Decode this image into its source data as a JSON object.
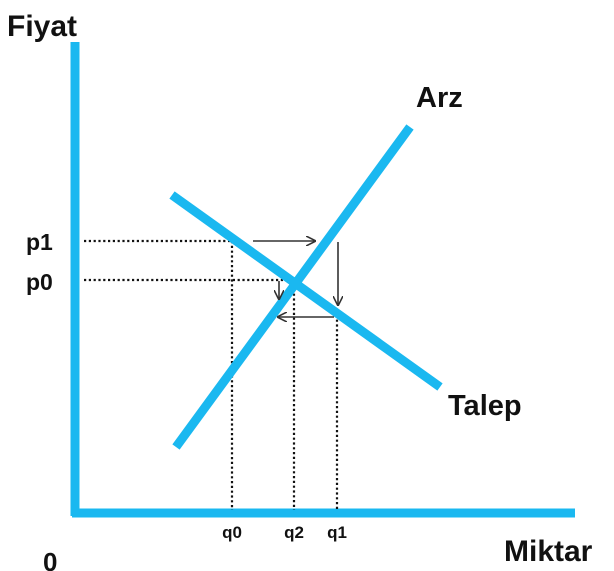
{
  "labels": {
    "y_axis": "Fiyat",
    "x_axis": "Miktar",
    "origin": "0"
  },
  "curves": {
    "supply": "Arz",
    "demand": "Talep"
  },
  "price_levels": [
    "p1",
    "p0"
  ],
  "quantity_levels": [
    "q0",
    "q2",
    "q1"
  ],
  "colors": {
    "axis": "#1ab8f0",
    "curve": "#1ab8f0",
    "dotted": "#111111",
    "arrow": "#333333",
    "text": "#111111"
  }
}
